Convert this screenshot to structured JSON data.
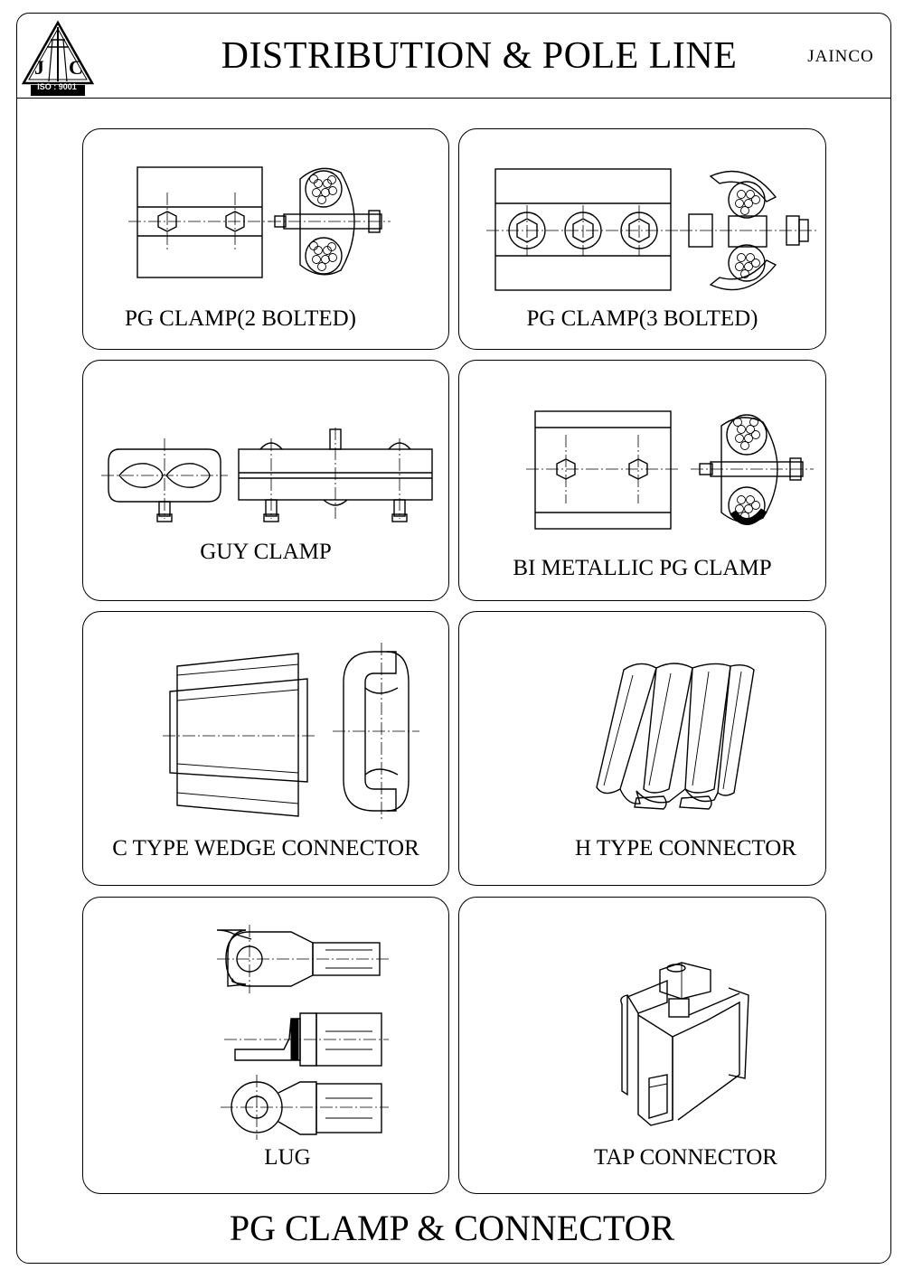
{
  "header": {
    "title": "DISTRIBUTION & POLE LINE",
    "brand": "JAINCO",
    "logo": {
      "icon": "jtc-tower-logo",
      "text": "ISO : 9001"
    }
  },
  "panels": [
    {
      "label": "PG CLAMP(2 BOLTED)"
    },
    {
      "label": "PG CLAMP(3 BOLTED)"
    },
    {
      "label": "GUY CLAMP"
    },
    {
      "label": "BI METALLIC PG CLAMP"
    },
    {
      "label": "C TYPE WEDGE CONNECTOR"
    },
    {
      "label": "H TYPE CONNECTOR"
    },
    {
      "label": "LUG"
    },
    {
      "label": "TAP CONNECTOR"
    }
  ],
  "footer": {
    "title": "PG CLAMP & CONNECTOR"
  }
}
